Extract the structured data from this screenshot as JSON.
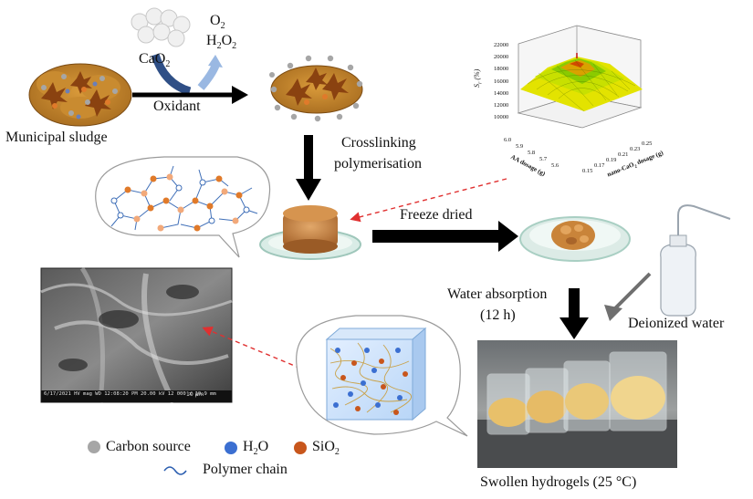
{
  "labels": {
    "municipal_sludge": "Municipal sludge",
    "oxidant": "Oxidant",
    "cao2": "CaO",
    "cao2_sub": "2",
    "o2": "O",
    "o2_sub": "2",
    "h2o2": "H",
    "h2o2_sub1": "2",
    "h2o2_mid": "O",
    "h2o2_sub2": "2",
    "crosslinking_line1": "Crosslinking",
    "crosslinking_line2": "polymerisation",
    "freeze_dried": "Freeze dried",
    "water_absorption_line1": "Water absorption",
    "water_absorption_line2": "(12 h)",
    "deionized_water": "Deionized water",
    "swollen_hydrogels": "Swollen hydrogels (25 °C)"
  },
  "legend": {
    "carbon_source": "Carbon source",
    "h2o": "H",
    "h2o_sub": "2",
    "h2o_tail": "O",
    "sio2": "SiO",
    "sio2_sub": "2",
    "polymer_chain": "Polymer chain",
    "colors": {
      "carbon": "#a6a6a6",
      "h2o": "#3b6fd1",
      "sio2": "#c8561c",
      "chain": "#2a5db0"
    }
  },
  "surface_plot": {
    "z_label": "S",
    "z_label_sub": "r",
    "z_label_unit": " (%)",
    "z_ticks": [
      "22000",
      "20000",
      "18000",
      "16000",
      "14000",
      "12000",
      "10000"
    ],
    "x_ticks": [
      "0.15",
      "0.17",
      "0.19",
      "0.21",
      "0.23",
      "0.25"
    ],
    "y_ticks": [
      "6.0",
      "5.9",
      "5.8",
      "5.7",
      "5.6"
    ],
    "x_label": "nano-CaO",
    "x_label_sub": "2",
    "x_label_tail": " dosage (g)",
    "y_label": "AA dosage (g)"
  },
  "sem": {
    "info_bar": "6/17/2021 HV mag WD 12:08:20 PM 20.00 kV 12 000 x 10.9 mm",
    "scale": "10 µm"
  }
}
